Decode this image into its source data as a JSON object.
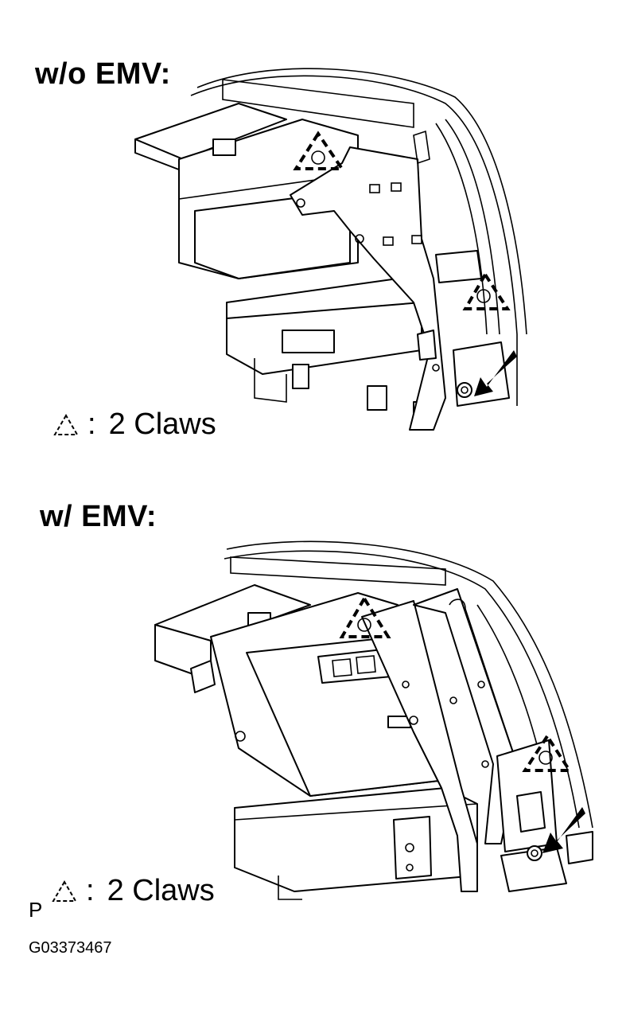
{
  "panels": [
    {
      "title": "w/o EMV:",
      "legend_symbol": "dashed-triangle-icon",
      "legend_text": "2 Claws"
    },
    {
      "title": "w/ EMV:",
      "legend_symbol": "dashed-triangle-icon",
      "legend_text": "2 Claws"
    }
  ],
  "legend_colon": ":",
  "footer": {
    "page_mark": "P",
    "figure_code": "G03373467"
  },
  "colors": {
    "ink": "#000000",
    "paper": "#ffffff"
  }
}
